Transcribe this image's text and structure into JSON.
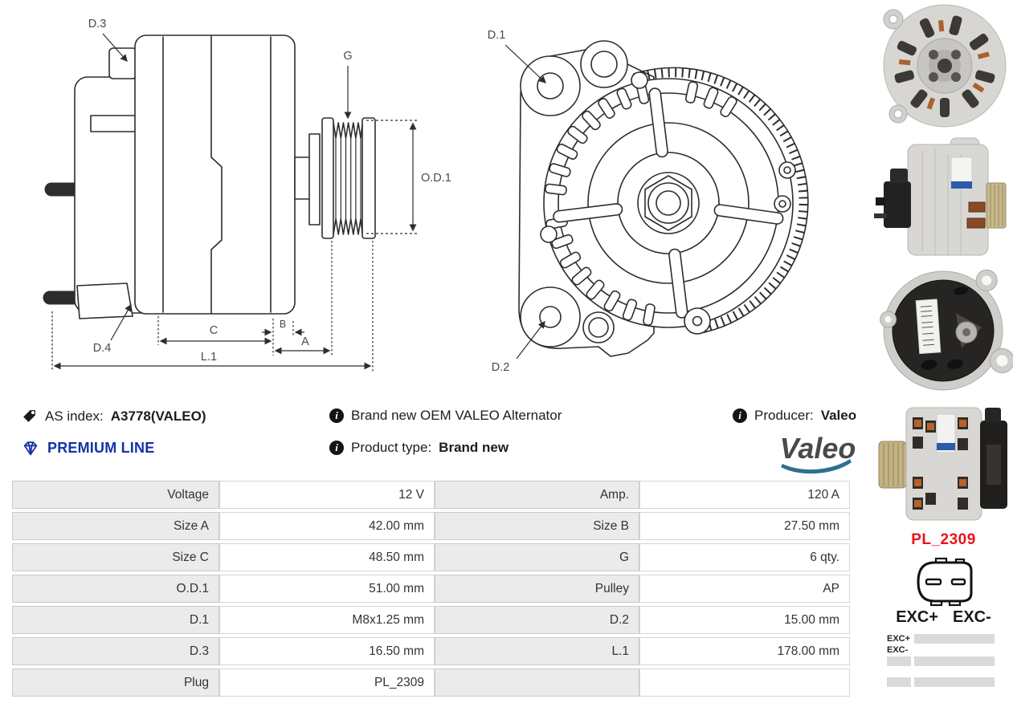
{
  "meta": {
    "as_index_label": "AS index:",
    "as_index_value": "A3778(VALEO)",
    "premium_line": "PREMIUM LINE",
    "description": "Brand new OEM VALEO Alternator",
    "product_type_label": "Product type:",
    "product_type_value": "Brand new",
    "producer_label": "Producer:",
    "producer_value": "Valeo",
    "brand_logo_text": "Valeo"
  },
  "icons": {
    "info_glyph": "i"
  },
  "diagram": {
    "labels": {
      "d1": "D.1",
      "d2": "D.2",
      "d3": "D.3",
      "d4": "D.4",
      "g": "G",
      "od1": "O.D.1",
      "a": "A",
      "b": "B",
      "c": "C",
      "l1": "L.1"
    }
  },
  "spec_table": {
    "rows": [
      {
        "c0": "Voltage",
        "c1": "12 V",
        "c2": "Amp.",
        "c3": "120 A"
      },
      {
        "c0": "Size A",
        "c1": "42.00 mm",
        "c2": "Size B",
        "c3": "27.50 mm"
      },
      {
        "c0": "Size C",
        "c1": "48.50 mm",
        "c2": "G",
        "c3": "6 qty."
      },
      {
        "c0": "O.D.1",
        "c1": "51.00 mm",
        "c2": "Pulley",
        "c3": "AP"
      },
      {
        "c0": "D.1",
        "c1": "M8x1.25 mm",
        "c2": "D.2",
        "c3": "15.00 mm"
      },
      {
        "c0": "D.3",
        "c1": "16.50 mm",
        "c2": "L.1",
        "c3": "178.00 mm"
      },
      {
        "c0": "Plug",
        "c1": "PL_2309",
        "c2": "",
        "c3": ""
      }
    ]
  },
  "plug": {
    "code": "PL_2309",
    "terminal_plus": "EXC+",
    "terminal_minus": "EXC-",
    "legend_plus": "EXC+",
    "legend_minus": "EXC-"
  },
  "colors": {
    "premium_blue": "#1433a5",
    "plug_code_red": "#e8131b",
    "valeo_green": "#7cb832",
    "valeo_swoosh": "#2f6f8f",
    "drawing_line": "#2d2d2d"
  }
}
